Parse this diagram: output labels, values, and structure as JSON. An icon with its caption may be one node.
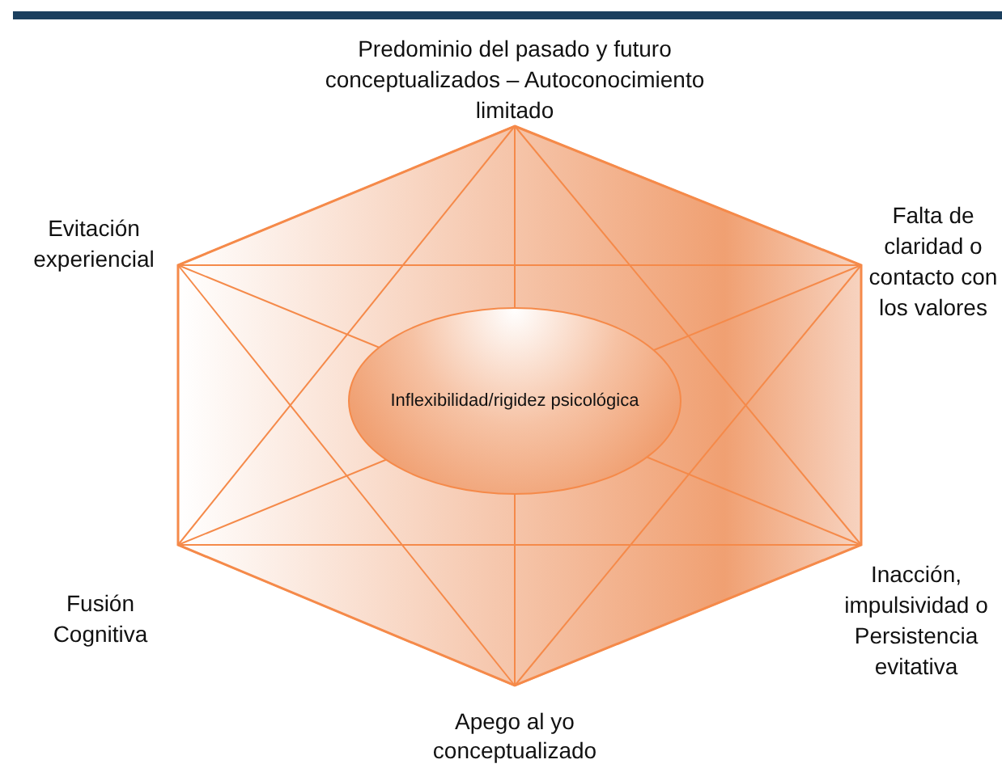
{
  "diagram": {
    "nodes": [
      {
        "text": [
          "Predominio del pasado y futuro conceptualizados – Autoconocimiento limitado"
        ]
      },
      {
        "text": [
          "Evitación experiencial"
        ]
      },
      {
        "text": [
          "Falta de claridad o contacto con los valores"
        ]
      },
      {
        "text": [],
        "shape": "hexagon"
      },
      {
        "text": [
          "Inflexibilidad/rigidez psicológica"
        ],
        "in": 3
      },
      {
        "text": [
          "Fusión Cognitiva"
        ]
      },
      {
        "text": [
          "Inacción, impulsividad o Persistencia evitativa"
        ]
      },
      {
        "text": [
          "Apego al yo conceptualizado"
        ]
      }
    ]
  }
}
